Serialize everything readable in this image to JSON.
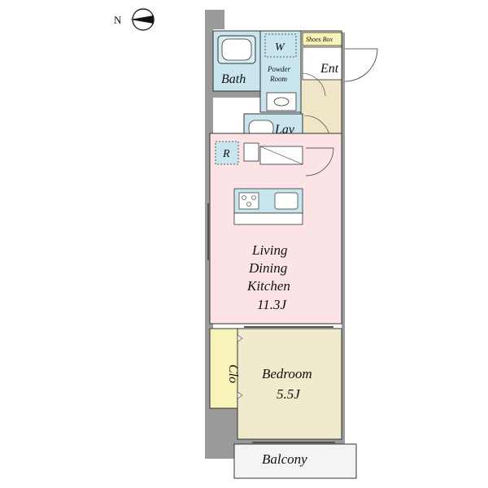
{
  "compass": {
    "north_label": "N"
  },
  "rooms": {
    "bath": "Bath",
    "washer": "W",
    "powder_room_line1": "Powder",
    "powder_room_line2": "Room",
    "shoes_box": "Shoes Box",
    "entrance": "Ent",
    "lavatory": "Lav",
    "refrigerator": "R",
    "ldk_line1": "Living",
    "ldk_line2": "Dining",
    "ldk_line3": "Kitchen",
    "ldk_size": "11.3J",
    "closet": "Clo",
    "bedroom": "Bedroom",
    "bedroom_size": "5.5J",
    "balcony": "Balcony"
  },
  "colors": {
    "wall": "#9a9a9a",
    "wet_area": "#c9e6ee",
    "entrance": "#efe6c8",
    "ldk": "#fbe3e6",
    "bedroom": "#f0ebcd",
    "closet": "#f8f3b8",
    "shoes_box": "#f8f3b8",
    "balcony": "#f4f4f4"
  }
}
